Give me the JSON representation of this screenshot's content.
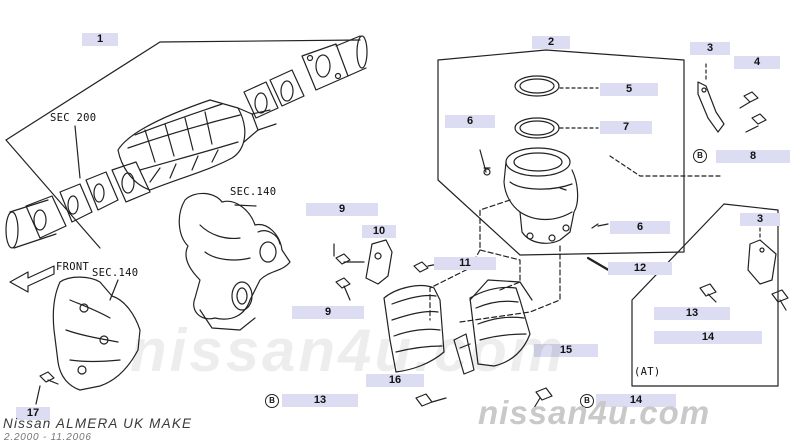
{
  "diagram": {
    "section_labels": {
      "sec_200": "SEC 200",
      "sec_140_top": "SEC.140",
      "sec_140_left": "SEC.140",
      "front": "FRONT",
      "at_variant": "(AT)"
    },
    "callouts": {
      "c1": "1",
      "c2": "2",
      "c3_top": "3",
      "c3_at": "3",
      "c4": "4",
      "c5": "5",
      "c6_left": "6",
      "c6_right": "6",
      "c7": "7",
      "c8": "8",
      "c9_top": "9",
      "c9_bottom": "9",
      "c10": "10",
      "c11": "11",
      "c12": "12",
      "c13_at": "13",
      "c13_bottom": "13",
      "c14_at": "14",
      "c14_bottom": "14",
      "c15": "15",
      "c16": "16",
      "c17": "17"
    },
    "markers": {
      "b1": "B",
      "b2": "B",
      "b3": "B"
    }
  },
  "footer": {
    "model": "Nissan ALMERA UK MAKE",
    "dates": "2.2000 - 11.2006",
    "watermark": "nissan4u.com",
    "watermark_ghost": "nissan4u.com"
  }
}
